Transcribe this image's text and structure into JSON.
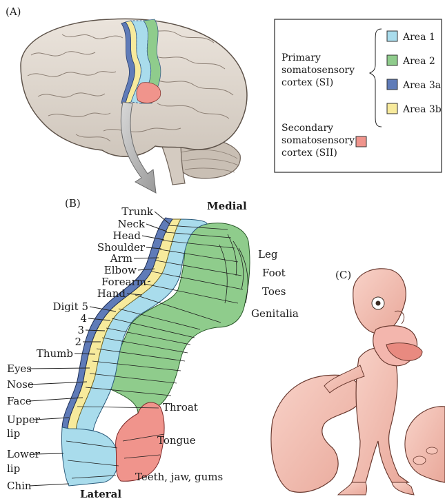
{
  "panels": {
    "a": "(A)",
    "b": "(B)",
    "c": "(C)"
  },
  "legend": {
    "primary_lines": [
      "Primary",
      "somatosensory",
      "cortex (SI)"
    ],
    "secondary_lines": [
      "Secondary",
      "somatosensory",
      "cortex (SII)"
    ],
    "areas": [
      {
        "label": "Area 1",
        "color": "#a9dcec"
      },
      {
        "label": "Area 2",
        "color": "#8fcc8c"
      },
      {
        "label": "Area 3a",
        "color": "#5f7bb8"
      },
      {
        "label": "Area 3b",
        "color": "#f7ea9c"
      }
    ],
    "sii_color": "#f0948c"
  },
  "map": {
    "medial": "Medial",
    "lateral": "Lateral",
    "left_labels": [
      "Trunk",
      "Neck",
      "Head",
      "Shoulder",
      "Arm",
      "Elbow",
      "Forearm",
      "Hand",
      "Digit 5",
      "4",
      "3",
      "2",
      "Thumb",
      "Eyes",
      "Nose",
      "Face",
      "Upper",
      "lip",
      "Lower",
      "lip",
      "Chin"
    ],
    "right_labels": [
      "Leg",
      "Foot",
      "Toes",
      "Genitalia",
      "Throat",
      "Tongue",
      "Teeth, jaw, gums"
    ]
  }
}
